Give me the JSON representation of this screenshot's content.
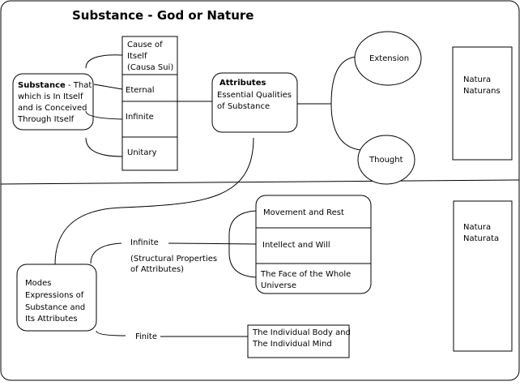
{
  "title": "Substance - God or Nature",
  "substance": {
    "heading": "Substance",
    "line1_rest": " - That",
    "line2": "which is In Itself",
    "line3": "and is Conceived",
    "line4": "Through Itself"
  },
  "properties": {
    "cause_line1": "Cause of",
    "cause_line2": "Itself",
    "cause_line3": "(Causa Sui)",
    "eternal": "Eternal",
    "infinite": "Infinite",
    "unitary": "Unitary"
  },
  "attributes": {
    "heading": "Attributes",
    "line2": "Essential Qualities",
    "line3": "of Substance"
  },
  "extension": "Extension",
  "thought": "Thought",
  "natura_naturans": {
    "line1": "Natura",
    "line2": "Naturans"
  },
  "natura_naturata": {
    "line1": "Natura",
    "line2": "Naturata"
  },
  "infinite_modes": {
    "label": "Infinite",
    "note_line1": "(Structural Properties",
    "note_line2": "of Attributes)",
    "items": {
      "movement": "Movement and Rest",
      "intellect": "Intellect and Will",
      "face_line1": "The Face of the Whole",
      "face_line2": "Universe"
    }
  },
  "modes": {
    "line1": "Modes",
    "line2": "Expressions of",
    "line3": "Substance and",
    "line4": "Its Attributes"
  },
  "finite_modes": {
    "label": "Finite",
    "line1": "The Individual Body and",
    "line2": "The Individual Mind"
  }
}
